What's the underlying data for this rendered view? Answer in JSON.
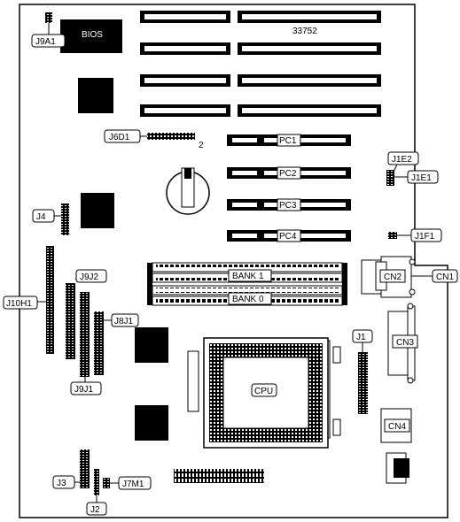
{
  "board_code": "33752",
  "labels": {
    "bios": "BIOS",
    "j9a1": "J9A1",
    "j6d1": "J6D1",
    "j6d1_pin": "2",
    "j4": "J4",
    "j10h1": "J10H1",
    "j9j2": "J9J2",
    "j8j1": "J8J1",
    "j9j1": "J9J1",
    "j3": "J3",
    "j7m1": "J7M1",
    "j2": "J2",
    "j1": "J1",
    "j1e2": "J1E2",
    "j1e1": "J1E1",
    "j1f1": "J1F1",
    "cn1": "CN1",
    "cn2": "CN2",
    "cn3": "CN3",
    "cn4": "CN4",
    "pc1": "PC1",
    "pc2": "PC2",
    "pc3": "PC3",
    "pc4": "PC4",
    "bank1": "BANK 1",
    "bank0": "BANK 0",
    "cpu": "CPU"
  }
}
